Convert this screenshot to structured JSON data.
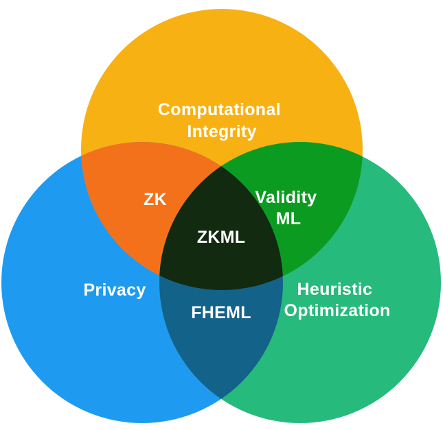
{
  "diagram": {
    "type": "venn",
    "background_color": "#FFFFFF",
    "text_color": "#FFFFFF",
    "sets": {
      "top": {
        "line1": "Computational",
        "line2": "Integrity",
        "color": "#F8B112"
      },
      "left": {
        "label": "Privacy",
        "color": "#1E9BF0"
      },
      "right": {
        "line1": "Heuristic",
        "line2": "Optimization",
        "color": "#26BA7C"
      }
    },
    "overlaps": {
      "top_left": {
        "label": "ZK",
        "color": "#F4711C"
      },
      "top_right": {
        "line1": "Validity",
        "line2": "ML",
        "color": "#0C9B21"
      },
      "left_right": {
        "label": "FHEML",
        "color": "#136289"
      },
      "center": {
        "label": "ZKML",
        "color": "#112A10"
      }
    }
  }
}
